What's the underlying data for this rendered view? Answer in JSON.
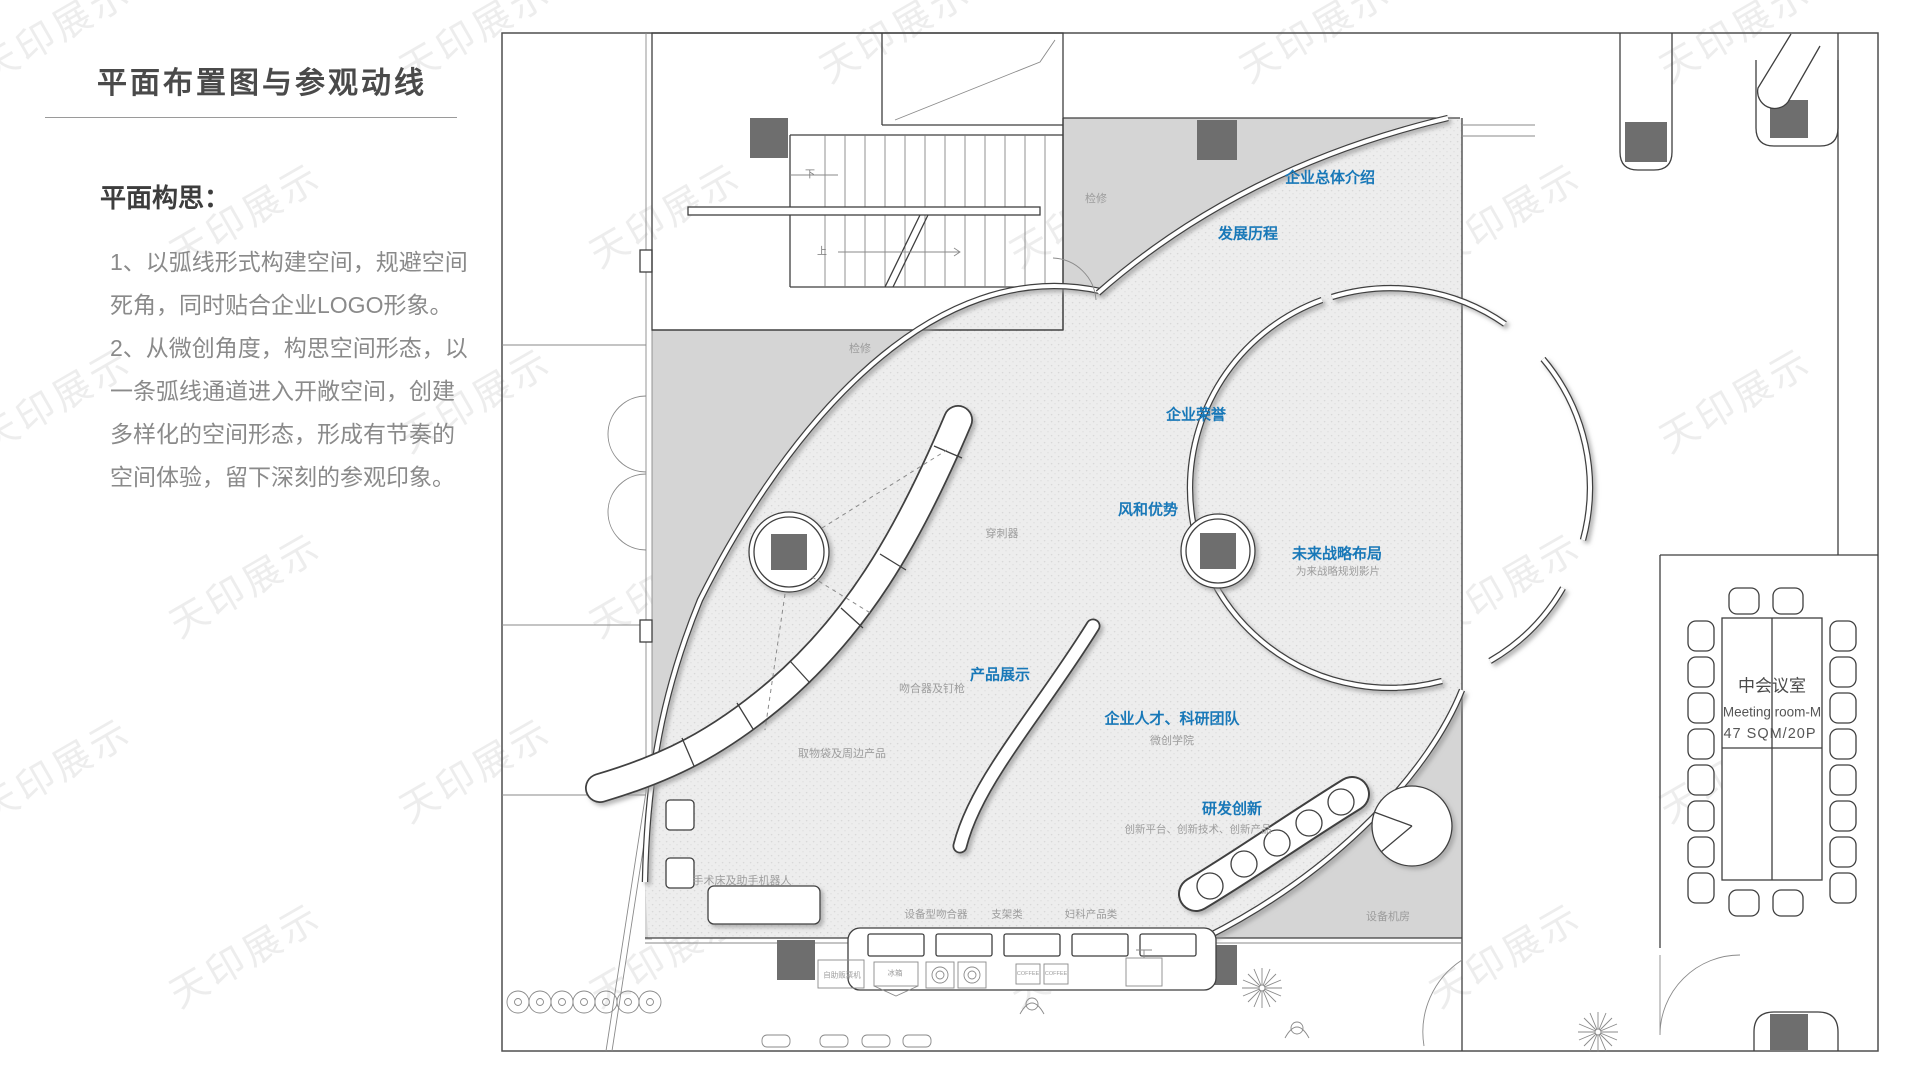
{
  "page": {
    "title": "平面布置图与参观动线"
  },
  "concept": {
    "heading": "平面构思：",
    "lines": [
      "1、以弧线形式构建空间，规避空间",
      "死角，同时贴合企业LOGO形象。",
      "2、从微创角度，构思空间形态，以",
      "一条弧线通道进入开敞空间，创建",
      "多样化的空间形态，形成有节奏的",
      "空间体验，留下深刻的参观印象。"
    ]
  },
  "watermark": {
    "text": "天印展示"
  },
  "plan": {
    "blue_labels": [
      {
        "text": "企业总体介绍"
      },
      {
        "text": "发展历程"
      },
      {
        "text": "企业荣誉"
      },
      {
        "text": "风和优势"
      },
      {
        "text": "未来战略布局"
      },
      {
        "text": "产品展示"
      },
      {
        "text": "企业人才、科研团队"
      },
      {
        "text": "研发创新"
      }
    ],
    "gray_labels": [
      {
        "text": "检修"
      },
      {
        "text": "检修"
      },
      {
        "text": "穿刺器"
      },
      {
        "text": "吻合器及钉枪"
      },
      {
        "text": "取物袋及周边产品"
      },
      {
        "text": "为来战略规划影片"
      },
      {
        "text": "微创学院"
      },
      {
        "text": "创新平台、创新技术、创新产品"
      },
      {
        "text": "手术床及助手机器人"
      },
      {
        "text": "设备型吻合器"
      },
      {
        "text": "支架类"
      },
      {
        "text": "妇科产品类"
      },
      {
        "text": "设备机房"
      }
    ],
    "stairs": {
      "down": "下",
      "up": "上"
    },
    "counter": {
      "vending": "自助贩票机",
      "fridge": "冰箱",
      "coffee": "COFFEE"
    },
    "meeting_room": {
      "name_cn": "中会议室",
      "name_en": "Meeting room-M",
      "spec": "47 SQM/20P"
    },
    "colors": {
      "accent_blue": "#1878b8",
      "zone_gray": "#d5d5d5",
      "column": "#6e6e6e",
      "floor_base": "#ededed"
    }
  }
}
